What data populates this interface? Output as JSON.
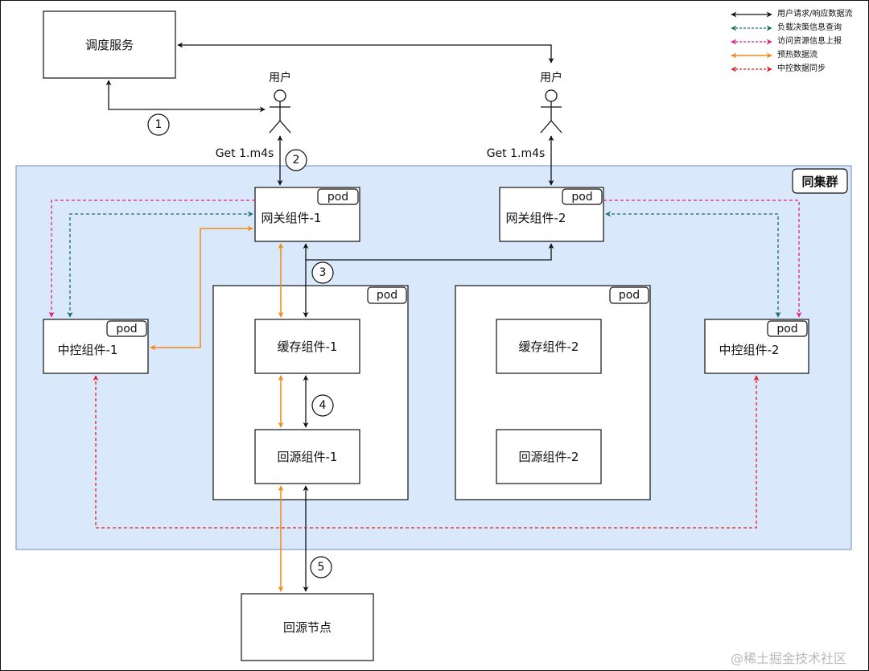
{
  "colors": {
    "black": "#111111",
    "teal": "#1a6e68",
    "pink": "#e0218a",
    "orange": "#ef8a14",
    "red": "#e02020",
    "cluster_fill": "#dae8fc",
    "cluster_border": "#6c8ebf"
  },
  "legend": [
    {
      "label": "用户请求/响应数据流",
      "style": "solid",
      "color": "#111111"
    },
    {
      "label": "负载决策信息查询",
      "style": "dashed",
      "color": "#1a6e68"
    },
    {
      "label": "访问资源信息上报",
      "style": "dashed",
      "color": "#e0218a"
    },
    {
      "label": "预热数据流",
      "style": "solid",
      "color": "#ef8a14"
    },
    {
      "label": "中控数据同步",
      "style": "dashed",
      "color": "#e02020"
    }
  ],
  "cluster_label": "同集群",
  "nodes": {
    "scheduler": "调度服务",
    "gateway1": "网关组件-1",
    "gateway2": "网关组件-2",
    "control1": "中控组件-1",
    "control2": "中控组件-2",
    "cache1": "缓存组件-1",
    "cache2": "缓存组件-2",
    "origin1": "回源组件-1",
    "origin2": "回源组件-2",
    "origin_node": "回源节点"
  },
  "pod_tag": "pod",
  "users": [
    "用户",
    "用户"
  ],
  "requests": [
    "Get 1.m4s",
    "Get 1.m4s"
  ],
  "steps": [
    "1",
    "2",
    "3",
    "4",
    "5"
  ],
  "watermark": "@稀土掘金技术社区"
}
